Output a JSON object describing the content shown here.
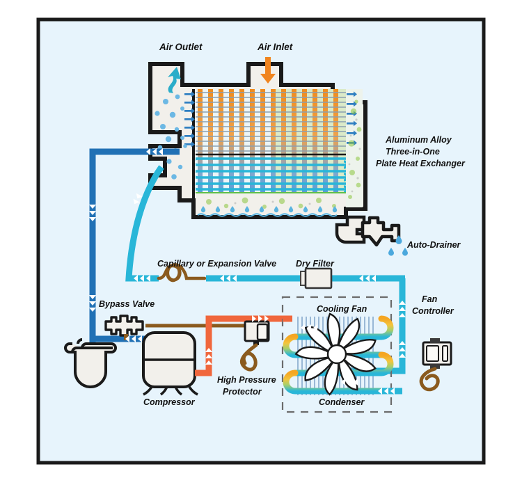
{
  "diagram": {
    "title_hidden": "Refrigerated Compressed Air Dryer Flow Schematic",
    "frame": {
      "border_color": "#1a1a1a",
      "background_color": "#e7f4fc"
    },
    "labels": {
      "air_outlet": "Air Outlet",
      "air_inlet": "Air Inlet",
      "heat_exchanger_line1": "Aluminum Alloy",
      "heat_exchanger_line2": "Three-in-One",
      "heat_exchanger_line3": "Plate Heat Exchanger",
      "auto_drainer": "Auto-Drainer",
      "capillary": "Capillary or Expansion Valve",
      "dry_filter": "Dry Filter",
      "bypass_valve": "Bypass Valve",
      "compressor": "Compressor",
      "high_pressure_protector_line1": "High Pressure",
      "high_pressure_protector_line2": "Protector",
      "cooling_fan": "Cooling Fan",
      "condenser": "Condenser",
      "fan_controller_line1": "Fan",
      "fan_controller_line2": "Controller"
    },
    "colors": {
      "hot_air": "#f08c1e",
      "cold_air": "#3aa7d6",
      "suction_blue": "#2171b5",
      "liquid_cyan": "#29b6d8",
      "discharge_orange": "#f0663c",
      "capillary_brown": "#8a5a1e",
      "body_fill": "#f2f0eb",
      "outline": "#1a1a1a",
      "green_tint": "#8cc63f",
      "background": "#e7f4fc"
    },
    "flow_arrows": {
      "cold_air_in": "<<<",
      "liquid_left": "<<<",
      "suction_down": "vvv",
      "suction_right": ">>>",
      "discharge_up": "^^^",
      "discharge_right": ">>>",
      "condenser_in": "<<<",
      "condenser_out": "<<<",
      "filter_in": "<<<",
      "fan_line_up": "^^^"
    }
  }
}
